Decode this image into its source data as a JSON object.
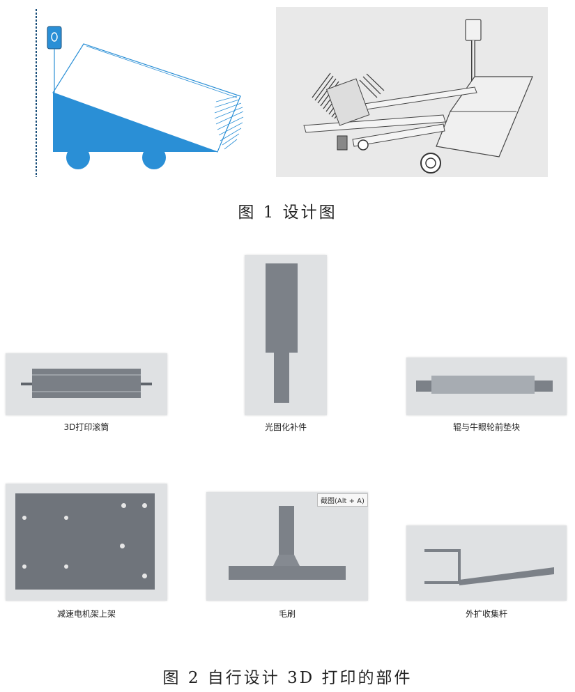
{
  "figure1": {
    "caption": "图 1  设计图"
  },
  "figure2": {
    "caption": "图 2  自行设计 3D 打印的部件",
    "parts": [
      {
        "label": "3D打印滚筒"
      },
      {
        "label": "光固化补件"
      },
      {
        "label": "辊与牛眼轮前垫块"
      },
      {
        "label": "减速电机架上架"
      },
      {
        "label": "毛刷"
      },
      {
        "label": "外扩收集杆"
      }
    ],
    "tooltip": "截图(Alt + A)"
  },
  "colors": {
    "diagram_blue": "#2a8fd6",
    "panel_gray": "#dfe1e3",
    "part_gray": "#7c8188"
  }
}
